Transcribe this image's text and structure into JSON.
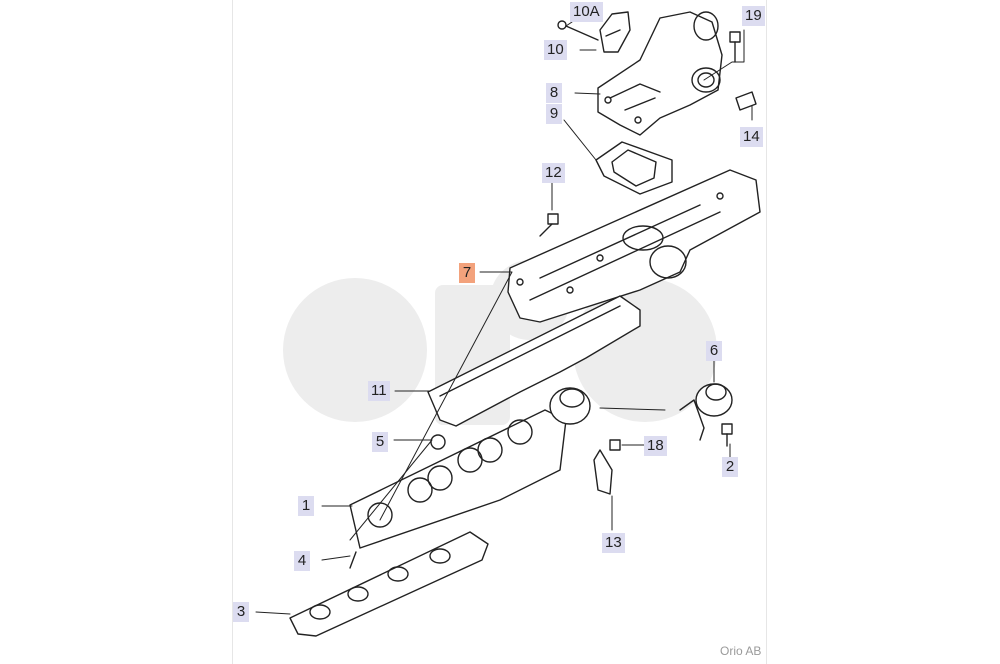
{
  "diagram": {
    "callouts": [
      "10A",
      "10",
      "8",
      "9",
      "12",
      "7",
      "11",
      "5",
      "1",
      "4",
      "3",
      "19",
      "14",
      "6",
      "18",
      "2",
      "13"
    ],
    "highlighted": "7",
    "colors": {
      "callout_bg": "#dcdcf0",
      "highlight_bg": "#f3a27c",
      "line": "#222222",
      "watermark": "#eeeeee"
    },
    "copyright": "Orio AB"
  }
}
